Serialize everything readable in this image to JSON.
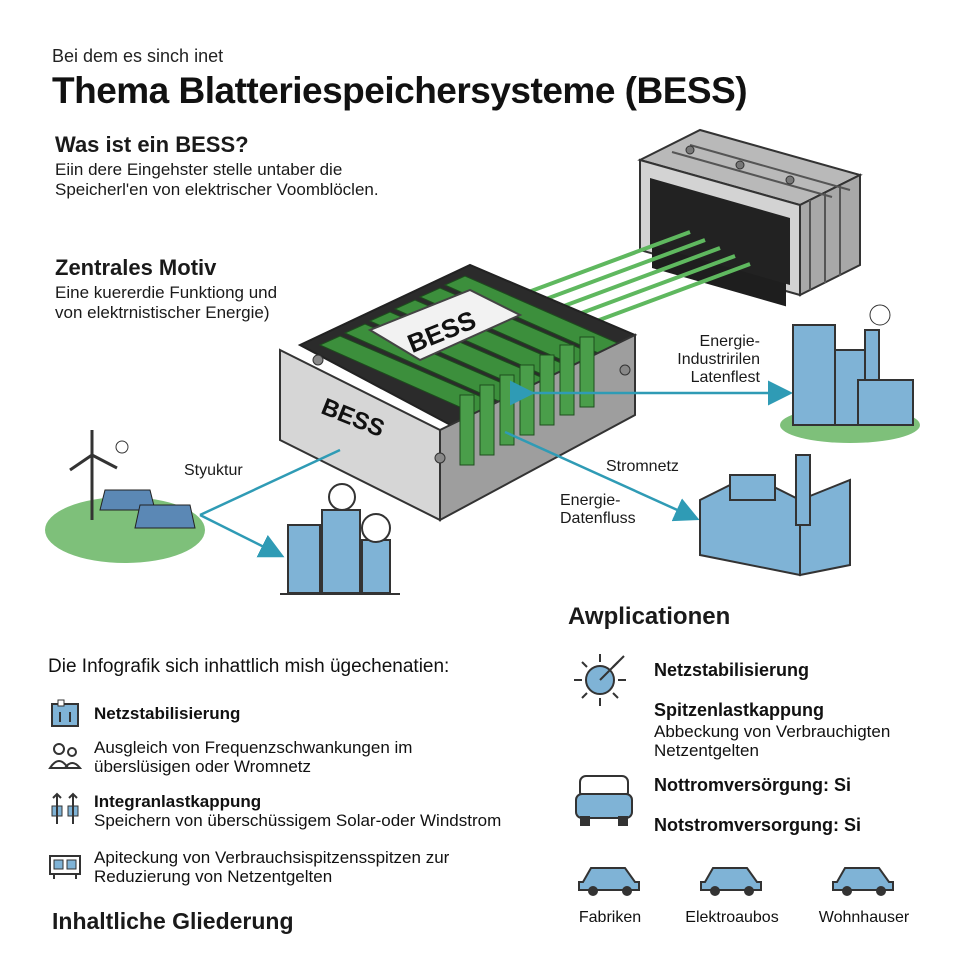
{
  "header": {
    "intro": "Bei dem es sinch inet",
    "title": "Thema Blatteriespeichersysteme (BESS)"
  },
  "what_is": {
    "heading": "Was ist ein BESS?",
    "line1": "Eiin dere Eingehster stelle untaber die",
    "line2": "Speicherl'en von elektrischer Voomblöclen."
  },
  "central": {
    "heading": "Zentrales Motiv",
    "line1": "Eine kuererdie Funktiong und",
    "line2": "von elektrnistischer Energie)"
  },
  "diagram": {
    "bess_top_label": "BESS",
    "bess_front_label": "BESS",
    "struktur_label": "Styuktur",
    "energie_top_line1": "Energie-",
    "energie_top_line2": "Industririlen",
    "energie_top_line3": "Latenflest",
    "stromnetz_label": "Stromnetz",
    "datenfluss_line1": "Energie-",
    "datenfluss_line2": "Datenfluss"
  },
  "content_list": {
    "intro": "Die Infografik sich inhattlich mish ügechenatien:",
    "items": [
      {
        "icon": "battery-panel-icon",
        "title": "Netzstabilisierung",
        "text": ""
      },
      {
        "icon": "people-icon",
        "title": "",
        "text1": "Ausgleich von Frequenzschwankungen im",
        "text2": "überslüsigen oder Wromnetz"
      },
      {
        "icon": "arrows-up-icon",
        "title": "Integranlastkappung",
        "text1": "Speichern von überschüssigem Solar-oder Windstrom"
      },
      {
        "icon": "storage-units-icon",
        "title": "",
        "text1": "Apiteckung von Verbrauchsispitzensspitzen zur",
        "text2": "Reduzierung von Netzentgelten"
      }
    ],
    "footer_heading": "Inhaltliche Gliederung"
  },
  "applications": {
    "heading": "Awplicationen",
    "item1": "Netzstabilisierung",
    "item2_title": "Spitzenlastkappung",
    "item2_line1": "Abbeckung von Verbrauchigten",
    "item2_line2": "Netzentgelten",
    "item3": "Nottromversörgung: Si",
    "item4": "Notstromversorgung: Si",
    "vehicles": [
      "Fabriken",
      "Elektroaubos",
      "Wohnhauser"
    ]
  },
  "colors": {
    "accent_blue": "#2f9bb5",
    "battery_green": "#3c8f3c",
    "building_blue": "#7fb3d6",
    "grass_green": "#7ec07a",
    "case_gray": "#c9c9c9"
  }
}
